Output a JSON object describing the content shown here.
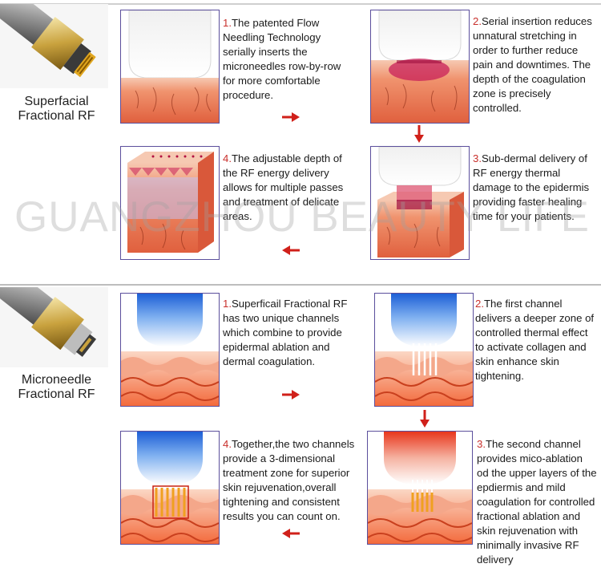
{
  "watermark": "GUANGZHOU BEAUTY LIFE",
  "colors": {
    "accent_red": "#c9302c",
    "panel_border": "#5b4f9c"
  },
  "section1": {
    "label_line1": "Superfacial",
    "label_line2": "Fractional RF",
    "steps": [
      {
        "num": "1.",
        "text": "The patented Flow Needling Technology serially inserts the microneedles row-by-row for more comfortable procedure."
      },
      {
        "num": "2.",
        "text": "Serial insertion reduces unnatural stretching in order to further reduce pain and downtimes. The depth of the coagulation zone is precisely controlled."
      },
      {
        "num": "3.",
        "text": "Sub-dermal delivery of RF energy thermal damage to the epidermis providing faster healing time for your patients."
      },
      {
        "num": "4.",
        "text": "The adjustable depth of the RF energy delivery allows for multiple passes and treatment of delicate areas."
      }
    ]
  },
  "section2": {
    "label_line1": "Microneedle",
    "label_line2": "Fractional RF",
    "steps": [
      {
        "num": "1.",
        "text": "Superficail Fractional RF has two unique channels which combine to provide epidermal ablation and dermal coagulation."
      },
      {
        "num": "2.",
        "text": "The first channel delivers a deeper zone of controlled thermal effect to activate collagen and skin enhance skin tightening."
      },
      {
        "num": "3.",
        "text": "The second channel provides mico-ablation od the upper layers of the epdiermis and mild coagulation for controlled fractional ablation and skin rejuvenation with minimally invasive RF delivery"
      },
      {
        "num": "4.",
        "text": "Together,the two channels provide a 3-dimensional treatment zone for superior skin rejuvenation,overall tightening and consistent results you can count on."
      }
    ]
  }
}
